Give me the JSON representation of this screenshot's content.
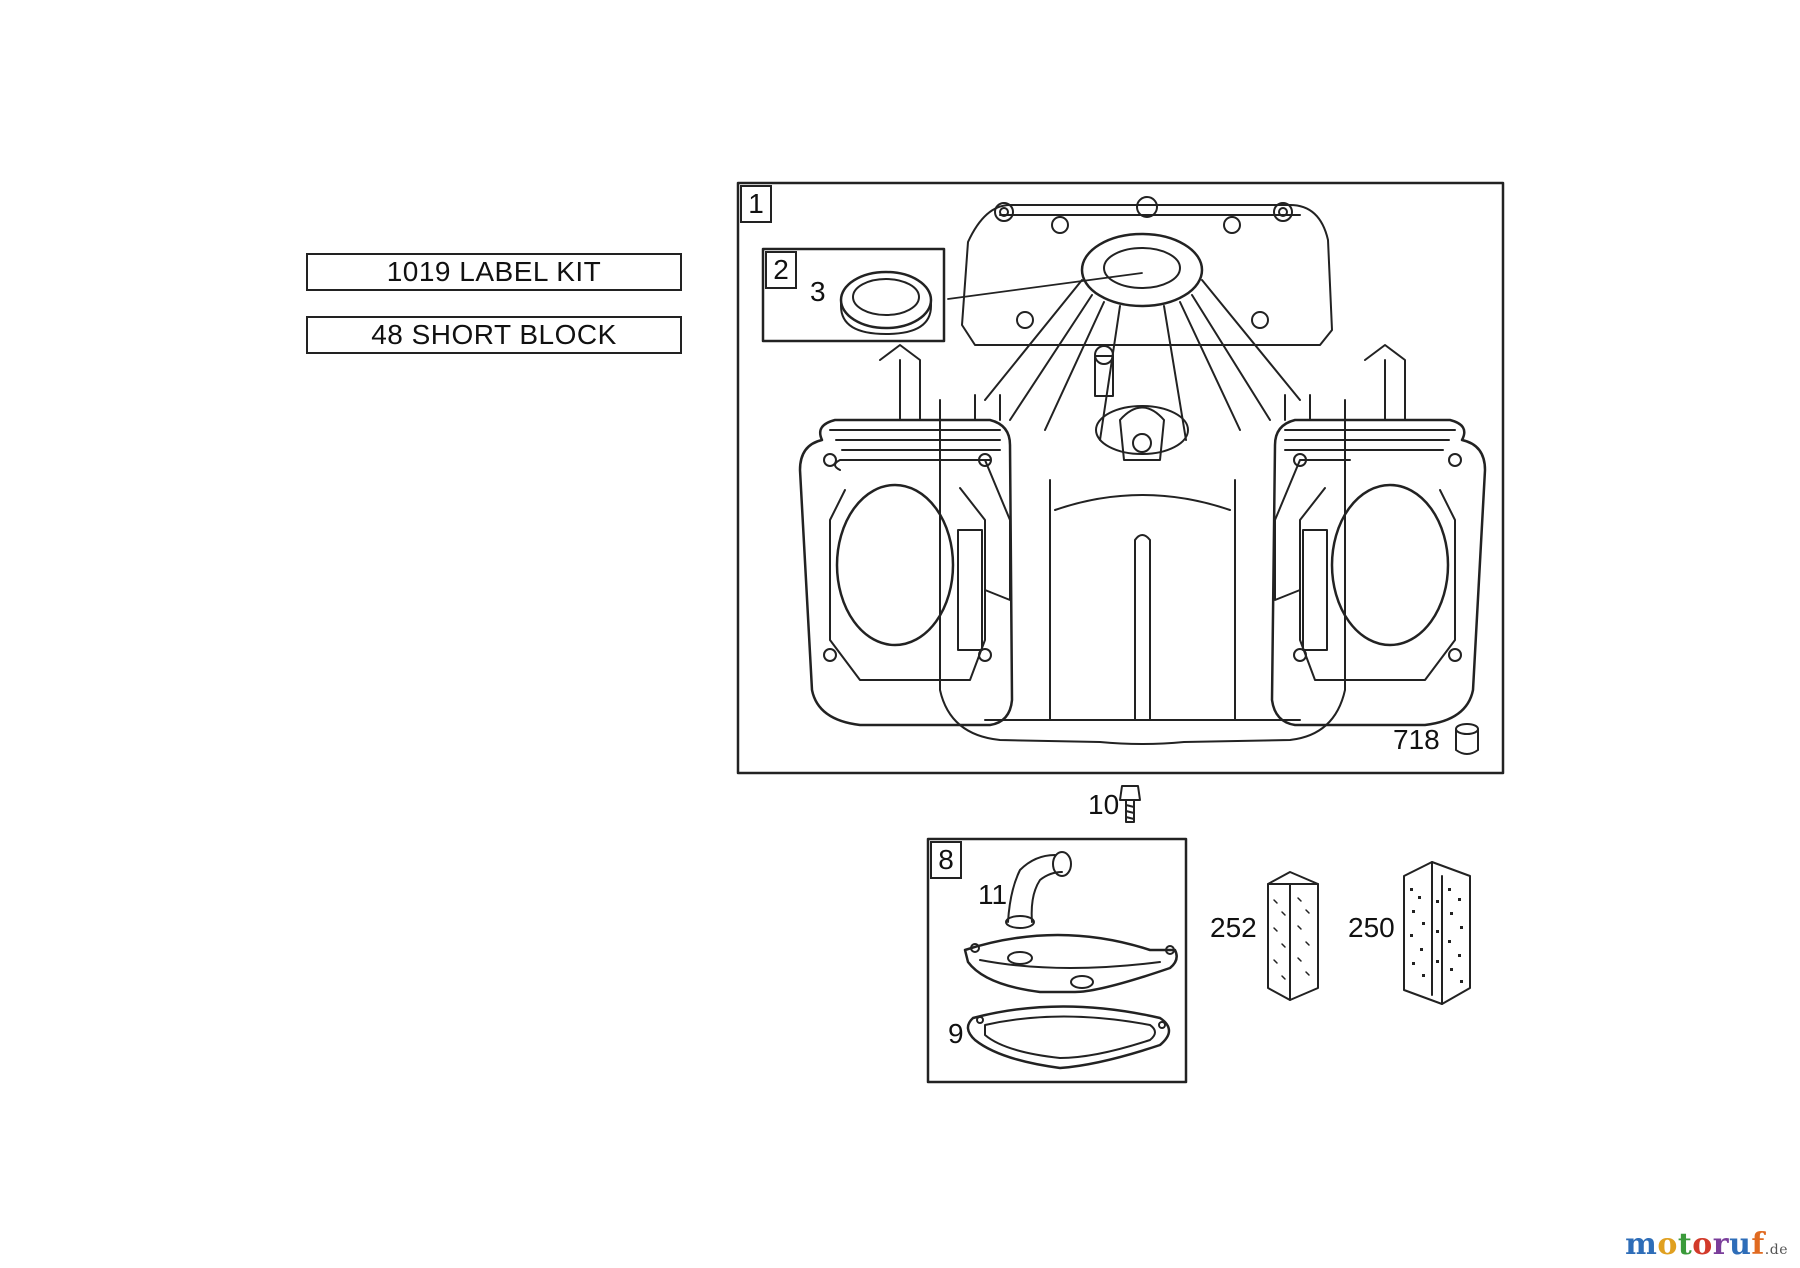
{
  "kit_labels": {
    "label_kit": "1019 LABEL KIT",
    "short_block": "48 SHORT BLOCK"
  },
  "boxes": {
    "main": "1",
    "sub": "2",
    "lower": "8"
  },
  "callouts": {
    "seal": "3",
    "pin": "718",
    "screw": "10",
    "breather_tube": "11",
    "gasket": "9",
    "part_252": "252",
    "part_250": "250"
  },
  "watermark": {
    "m": "m",
    "o1": "o",
    "t": "t",
    "o2": "o",
    "r": "r",
    "u": "u",
    "f": "f",
    "de": ".de"
  },
  "colors": {
    "line": "#222222",
    "background": "#ffffff"
  }
}
